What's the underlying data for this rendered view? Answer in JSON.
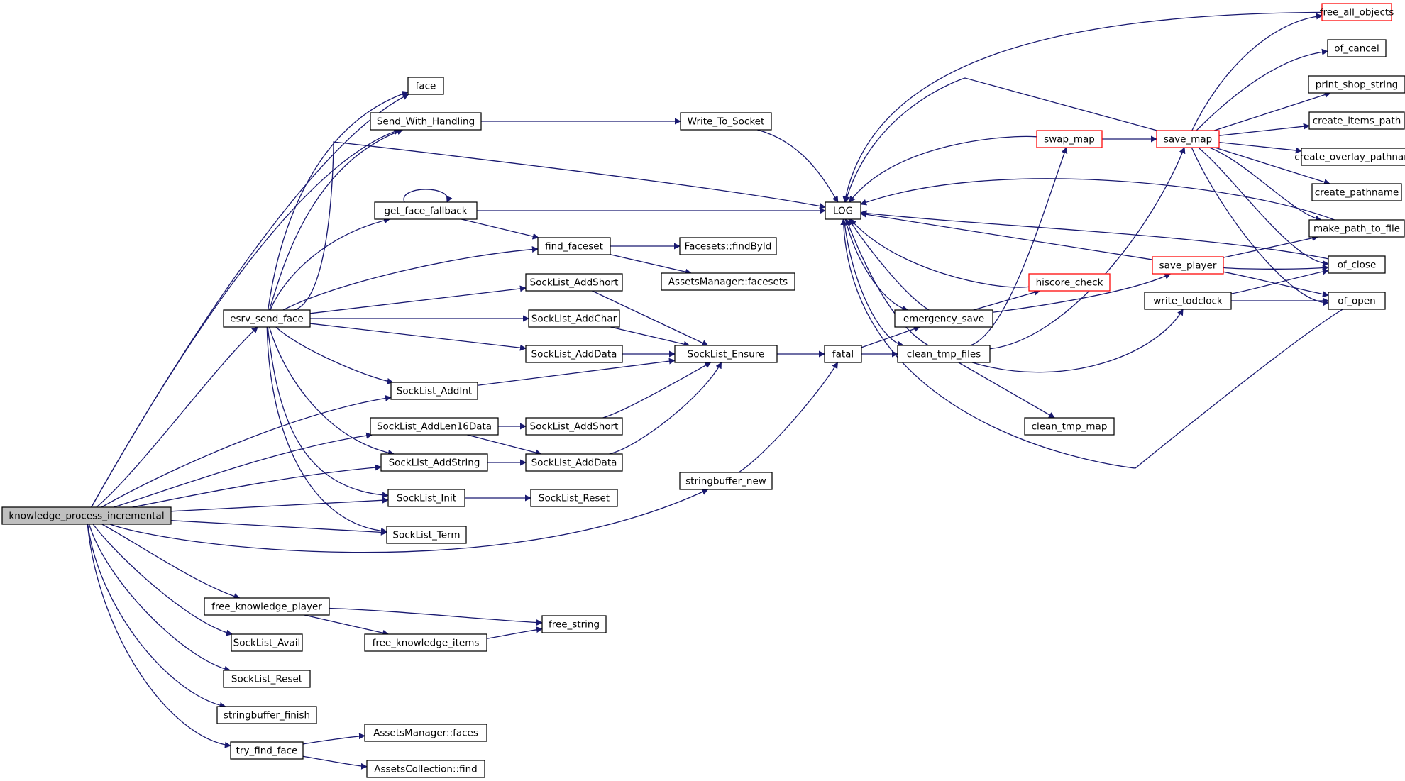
{
  "diagram": {
    "type": "call-graph",
    "root": "knowledge_process_incremental",
    "nodes": [
      {
        "id": "kpi",
        "label": "knowledge_process_incremental",
        "root": true
      },
      {
        "id": "face",
        "label": "face"
      },
      {
        "id": "swh",
        "label": "Send_With_Handling"
      },
      {
        "id": "wts",
        "label": "Write_To_Socket"
      },
      {
        "id": "gff",
        "label": "get_face_fallback"
      },
      {
        "id": "ffs",
        "label": "find_faceset"
      },
      {
        "id": "fsid",
        "label": "Facesets::findById"
      },
      {
        "id": "amfs",
        "label": "AssetsManager::facesets"
      },
      {
        "id": "esf",
        "label": "esrv_send_face"
      },
      {
        "id": "sash1",
        "label": "SockList_AddShort"
      },
      {
        "id": "sac",
        "label": "SockList_AddChar"
      },
      {
        "id": "sad1",
        "label": "SockList_AddData"
      },
      {
        "id": "sai",
        "label": "SockList_AddInt"
      },
      {
        "id": "sal16",
        "label": "SockList_AddLen16Data"
      },
      {
        "id": "sash2",
        "label": "SockList_AddShort"
      },
      {
        "id": "sas",
        "label": "SockList_AddString"
      },
      {
        "id": "sad2",
        "label": "SockList_AddData"
      },
      {
        "id": "sinit",
        "label": "SockList_Init"
      },
      {
        "id": "sreset1",
        "label": "SockList_Reset"
      },
      {
        "id": "sterm",
        "label": "SockList_Term"
      },
      {
        "id": "sensure",
        "label": "SockList_Ensure"
      },
      {
        "id": "fatal",
        "label": "fatal"
      },
      {
        "id": "sbn",
        "label": "stringbuffer_new"
      },
      {
        "id": "log",
        "label": "LOG"
      },
      {
        "id": "esave",
        "label": "emergency_save"
      },
      {
        "id": "ctf",
        "label": "clean_tmp_files"
      },
      {
        "id": "ctm",
        "label": "clean_tmp_map"
      },
      {
        "id": "swap",
        "label": "swap_map",
        "red": true
      },
      {
        "id": "hsc",
        "label": "hiscore_check",
        "red": true
      },
      {
        "id": "savemap",
        "label": "save_map",
        "red": true
      },
      {
        "id": "saveplayer",
        "label": "save_player",
        "red": true
      },
      {
        "id": "wtc",
        "label": "write_todclock"
      },
      {
        "id": "fao",
        "label": "free_all_objects",
        "red": true
      },
      {
        "id": "ofcancel",
        "label": "of_cancel"
      },
      {
        "id": "pss",
        "label": "print_shop_string"
      },
      {
        "id": "cip",
        "label": "create_items_path"
      },
      {
        "id": "cop",
        "label": "create_overlay_pathname"
      },
      {
        "id": "cpn",
        "label": "create_pathname"
      },
      {
        "id": "mptf",
        "label": "make_path_to_file"
      },
      {
        "id": "ofclose",
        "label": "of_close"
      },
      {
        "id": "ofopen",
        "label": "of_open"
      },
      {
        "id": "fkp",
        "label": "free_knowledge_player"
      },
      {
        "id": "fstr",
        "label": "free_string"
      },
      {
        "id": "fki",
        "label": "free_knowledge_items"
      },
      {
        "id": "savail",
        "label": "SockList_Avail"
      },
      {
        "id": "sreset2",
        "label": "SockList_Reset"
      },
      {
        "id": "sbf",
        "label": "stringbuffer_finish"
      },
      {
        "id": "tff",
        "label": "try_find_face"
      },
      {
        "id": "amf",
        "label": "AssetsManager::faces"
      },
      {
        "id": "acf",
        "label": "AssetsCollection::find"
      }
    ],
    "edges": [
      [
        "kpi",
        "face"
      ],
      [
        "kpi",
        "swh"
      ],
      [
        "kpi",
        "esf"
      ],
      [
        "kpi",
        "sai"
      ],
      [
        "kpi",
        "sal16"
      ],
      [
        "kpi",
        "sas"
      ],
      [
        "kpi",
        "sinit"
      ],
      [
        "kpi",
        "sterm"
      ],
      [
        "kpi",
        "sbn"
      ],
      [
        "kpi",
        "fkp"
      ],
      [
        "kpi",
        "savail"
      ],
      [
        "kpi",
        "sreset2"
      ],
      [
        "kpi",
        "sbf"
      ],
      [
        "kpi",
        "tff"
      ],
      [
        "esf",
        "face"
      ],
      [
        "esf",
        "swh"
      ],
      [
        "esf",
        "log"
      ],
      [
        "esf",
        "gff"
      ],
      [
        "esf",
        "ffs"
      ],
      [
        "esf",
        "sash1"
      ],
      [
        "esf",
        "sac"
      ],
      [
        "esf",
        "sad1"
      ],
      [
        "esf",
        "sai"
      ],
      [
        "esf",
        "sas"
      ],
      [
        "esf",
        "sinit"
      ],
      [
        "esf",
        "sterm"
      ],
      [
        "swh",
        "wts"
      ],
      [
        "wts",
        "log"
      ],
      [
        "gff",
        "gff"
      ],
      [
        "gff",
        "log"
      ],
      [
        "gff",
        "ffs"
      ],
      [
        "ffs",
        "fsid"
      ],
      [
        "ffs",
        "amfs"
      ],
      [
        "sash1",
        "sensure"
      ],
      [
        "sac",
        "sensure"
      ],
      [
        "sad1",
        "sensure"
      ],
      [
        "sai",
        "sensure"
      ],
      [
        "sash2",
        "sensure"
      ],
      [
        "sad2",
        "sensure"
      ],
      [
        "sal16",
        "sash2"
      ],
      [
        "sal16",
        "sad2"
      ],
      [
        "sas",
        "sad2"
      ],
      [
        "sinit",
        "sreset1"
      ],
      [
        "sensure",
        "fatal"
      ],
      [
        "sbn",
        "fatal"
      ],
      [
        "fatal",
        "esave"
      ],
      [
        "fatal",
        "ctf"
      ],
      [
        "esave",
        "log"
      ],
      [
        "esave",
        "hsc"
      ],
      [
        "esave",
        "saveplayer"
      ],
      [
        "ctf",
        "log"
      ],
      [
        "ctf",
        "swap"
      ],
      [
        "ctf",
        "savemap"
      ],
      [
        "ctf",
        "wtc"
      ],
      [
        "ctf",
        "ctm"
      ],
      [
        "log",
        "esave"
      ],
      [
        "log",
        "ctf"
      ],
      [
        "swap",
        "log"
      ],
      [
        "swap",
        "savemap"
      ],
      [
        "hsc",
        "log"
      ],
      [
        "savemap",
        "log"
      ],
      [
        "savemap",
        "fao"
      ],
      [
        "savemap",
        "ofcancel"
      ],
      [
        "savemap",
        "pss"
      ],
      [
        "savemap",
        "cip"
      ],
      [
        "savemap",
        "cop"
      ],
      [
        "savemap",
        "cpn"
      ],
      [
        "savemap",
        "mptf"
      ],
      [
        "savemap",
        "ofclose"
      ],
      [
        "savemap",
        "ofopen"
      ],
      [
        "saveplayer",
        "log"
      ],
      [
        "saveplayer",
        "mptf"
      ],
      [
        "saveplayer",
        "ofclose"
      ],
      [
        "saveplayer",
        "ofopen"
      ],
      [
        "wtc",
        "ofclose"
      ],
      [
        "wtc",
        "ofopen"
      ],
      [
        "fao",
        "log"
      ],
      [
        "mptf",
        "log"
      ],
      [
        "ofclose",
        "log"
      ],
      [
        "ofopen",
        "log"
      ],
      [
        "fkp",
        "fstr"
      ],
      [
        "fkp",
        "fki"
      ],
      [
        "fki",
        "fstr"
      ],
      [
        "tff",
        "amf"
      ],
      [
        "tff",
        "acf"
      ]
    ],
    "colors": {
      "edge": "#191970",
      "node_border": "#000000",
      "node_border_incomplete": "#ff0000",
      "root_fill": "#bfbfbf",
      "node_fill": "#ffffff"
    }
  }
}
